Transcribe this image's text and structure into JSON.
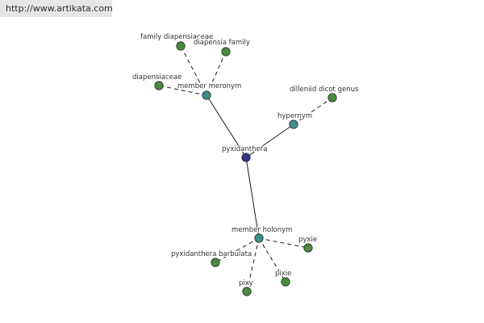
{
  "banner": {
    "url": "http://www.artikata.com"
  },
  "colors": {
    "center_node": "#33338a",
    "relation_node": "#3f8f8a",
    "leaf_node": "#4a8a3f",
    "edge": "#1a1a1a",
    "banner_bg": "#e6e6e6"
  },
  "graph": {
    "nodes": [
      {
        "id": "pyxidanthera",
        "label": "pyxidanthera",
        "kind": "center"
      },
      {
        "id": "member-meronym",
        "label": "member meronym",
        "kind": "relation"
      },
      {
        "id": "hypernym",
        "label": "hypernym",
        "kind": "relation"
      },
      {
        "id": "member-holonym",
        "label": "member holonym",
        "kind": "relation"
      },
      {
        "id": "family-diapensiaceae",
        "label": "family diapensiaceae",
        "kind": "leaf"
      },
      {
        "id": "diapensia-family",
        "label": "diapensia family",
        "kind": "leaf"
      },
      {
        "id": "diapensiaceae",
        "label": "diapensiaceae",
        "kind": "leaf"
      },
      {
        "id": "dilleniid-dicot-genus",
        "label": "dilleniid dicot genus",
        "kind": "leaf"
      },
      {
        "id": "pyxidanthera-barbulata",
        "label": "pyxidanthera barbulata",
        "kind": "leaf"
      },
      {
        "id": "pixy",
        "label": "pixy",
        "kind": "leaf"
      },
      {
        "id": "pixie",
        "label": "pixie",
        "kind": "leaf"
      },
      {
        "id": "pyxie",
        "label": "pyxie",
        "kind": "leaf"
      }
    ],
    "edges": [
      {
        "from": "pyxidanthera",
        "to": "member-meronym",
        "style": "solid"
      },
      {
        "from": "pyxidanthera",
        "to": "hypernym",
        "style": "solid"
      },
      {
        "from": "pyxidanthera",
        "to": "member-holonym",
        "style": "solid"
      },
      {
        "from": "member-meronym",
        "to": "family-diapensiaceae",
        "style": "dashed"
      },
      {
        "from": "member-meronym",
        "to": "diapensia-family",
        "style": "dashed"
      },
      {
        "from": "member-meronym",
        "to": "diapensiaceae",
        "style": "dashed"
      },
      {
        "from": "hypernym",
        "to": "dilleniid-dicot-genus",
        "style": "dashed"
      },
      {
        "from": "member-holonym",
        "to": "pyxidanthera-barbulata",
        "style": "dashed"
      },
      {
        "from": "member-holonym",
        "to": "pixy",
        "style": "dashed"
      },
      {
        "from": "member-holonym",
        "to": "pixie",
        "style": "dashed"
      },
      {
        "from": "member-holonym",
        "to": "pyxie",
        "style": "dashed"
      }
    ]
  }
}
